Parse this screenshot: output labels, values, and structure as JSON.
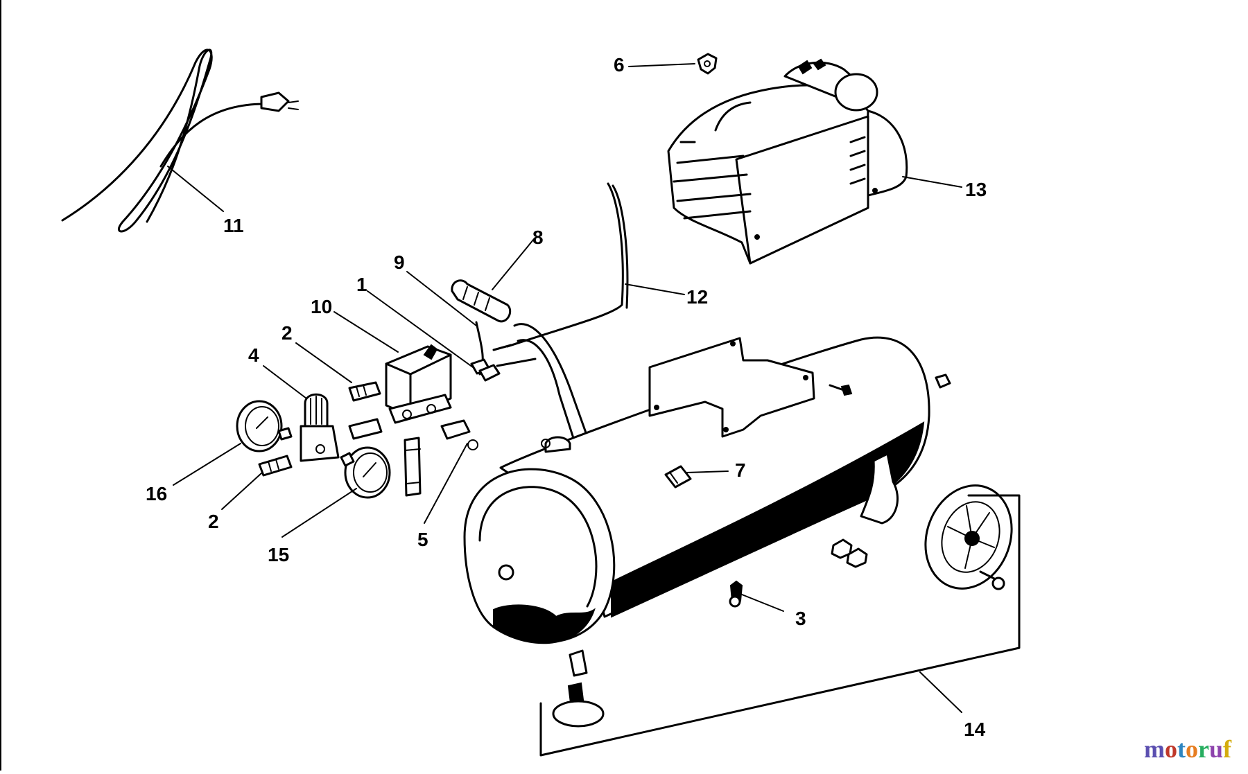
{
  "diagram": {
    "callouts": [
      {
        "id": "c1",
        "label": "1"
      },
      {
        "id": "c2a",
        "label": "2"
      },
      {
        "id": "c2b",
        "label": "2"
      },
      {
        "id": "c3",
        "label": "3"
      },
      {
        "id": "c4",
        "label": "4"
      },
      {
        "id": "c5",
        "label": "5"
      },
      {
        "id": "c6",
        "label": "6"
      },
      {
        "id": "c7",
        "label": "7"
      },
      {
        "id": "c8",
        "label": "8"
      },
      {
        "id": "c9",
        "label": "9"
      },
      {
        "id": "c10",
        "label": "10"
      },
      {
        "id": "c11",
        "label": "11"
      },
      {
        "id": "c12",
        "label": "12"
      },
      {
        "id": "c13",
        "label": "13"
      },
      {
        "id": "c14",
        "label": "14"
      },
      {
        "id": "c15",
        "label": "15"
      },
      {
        "id": "c16",
        "label": "16"
      }
    ]
  },
  "watermark": {
    "letters": [
      "m",
      "o",
      "t",
      "o",
      "r",
      "u",
      "f"
    ],
    "colors": [
      "#5b4fb0",
      "#c0392b",
      "#2e86c1",
      "#e67e22",
      "#27ae60",
      "#8e44ad",
      "#d4ac0d"
    ]
  }
}
